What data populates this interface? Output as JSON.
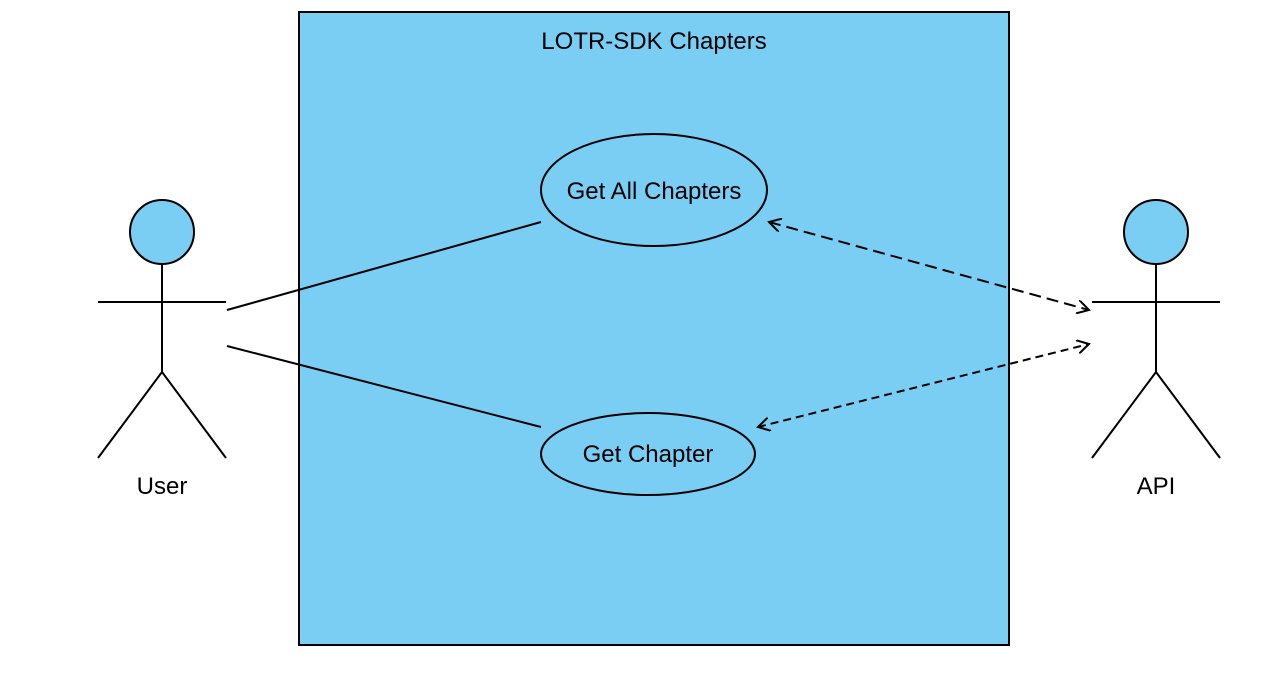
{
  "diagram": {
    "system_boundary": {
      "title": "LOTR-SDK Chapters"
    },
    "use_cases": [
      {
        "label": "Get All Chapters"
      },
      {
        "label": "Get Chapter"
      }
    ],
    "actors": [
      {
        "label": "User"
      },
      {
        "label": "API"
      }
    ]
  },
  "colors": {
    "fill": "#7acef4",
    "stroke": "#000000",
    "background": "#ffffff"
  }
}
